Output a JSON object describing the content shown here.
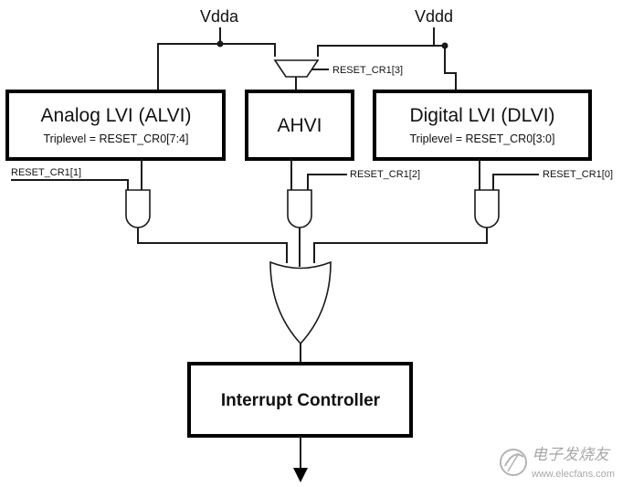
{
  "supplies": {
    "vdda": "Vdda",
    "vddd": "Vddd"
  },
  "blocks": {
    "alvi": {
      "title": "Analog LVI (ALVI)",
      "subtitle": "Triplevel = RESET_CR0[7:4]"
    },
    "ahvi": {
      "title": "AHVI"
    },
    "dlvi": {
      "title": "Digital LVI (DLVI)",
      "subtitle": "Triplevel = RESET_CR0[3:0]"
    },
    "interrupt": {
      "title": "Interrupt Controller"
    }
  },
  "signals": {
    "mux_select": "RESET_CR1[3]",
    "alvi_enable": "RESET_CR1[1]",
    "ahvi_enable": "RESET_CR1[2]",
    "dlvi_enable": "RESET_CR1[0]"
  },
  "watermark": {
    "brand": "电子发烧友",
    "url": "www.elecfans.com"
  }
}
